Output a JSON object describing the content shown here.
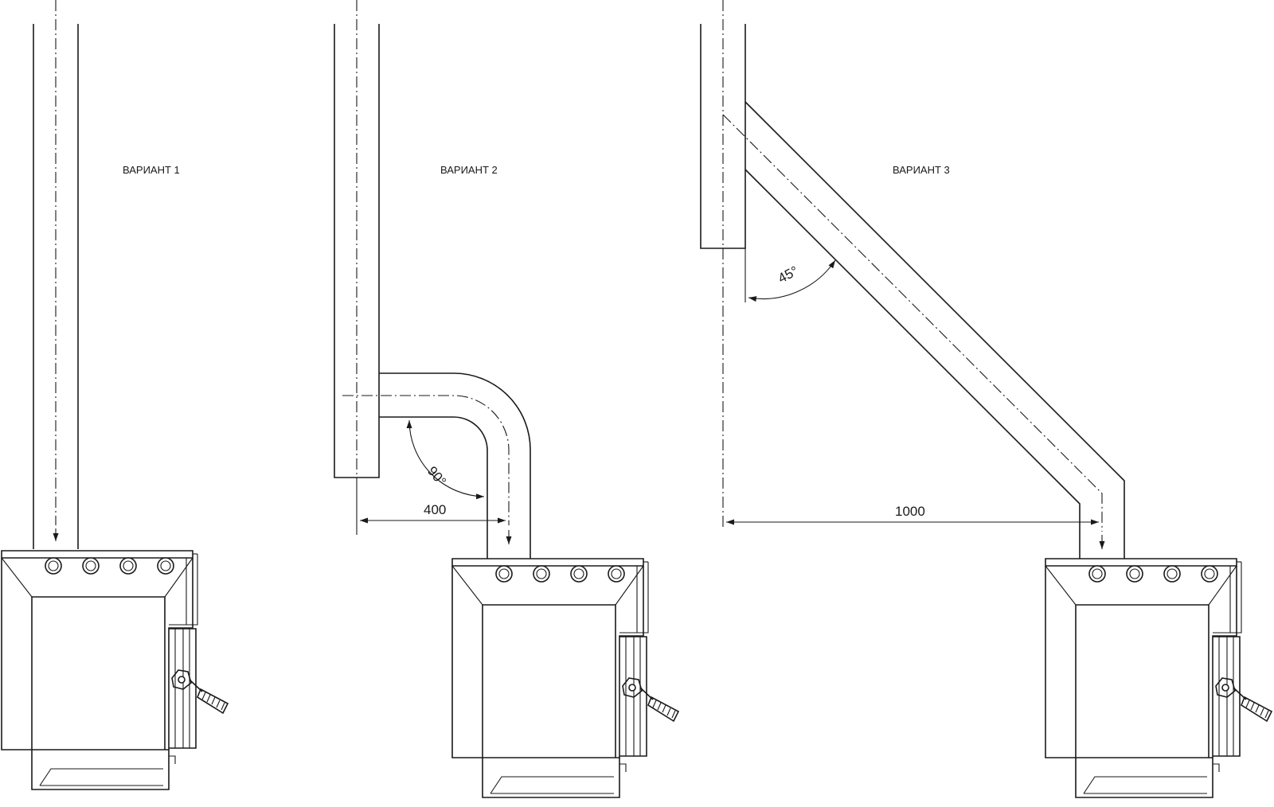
{
  "variants": [
    {
      "label": "ВАРИАНТ  1"
    },
    {
      "label": "ВАРИАНТ  2",
      "dimension": "400",
      "angle": "90°"
    },
    {
      "label": "ВАРИАНТ  3",
      "dimension": "1000",
      "angle": "45°"
    }
  ],
  "colors": {
    "line": "#1a1a1a",
    "background": "#ffffff"
  }
}
